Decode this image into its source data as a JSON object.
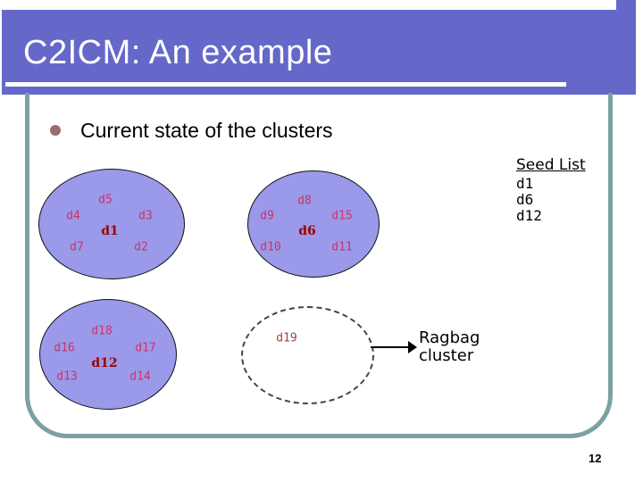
{
  "slide": {
    "title": "C2ICM: An example",
    "bullet_text": "Current state of the clusters",
    "page_number": "12"
  },
  "seed_list": {
    "heading": "Seed List",
    "items": [
      "d1",
      "d6",
      "d12"
    ]
  },
  "clusters": [
    {
      "docs": {
        "top": "d5",
        "left": "d4",
        "right": "d3",
        "center": "d1",
        "bottom_left": "d7",
        "bottom_right": "d2"
      }
    },
    {
      "docs": {
        "top": "d8",
        "left": "d9",
        "right": "d15",
        "center": "d6",
        "bottom_left": "d10",
        "bottom_right": "d11"
      }
    },
    {
      "docs": {
        "top": "d18",
        "left": "d16",
        "right": "d17",
        "center": "d12",
        "bottom_left": "d13",
        "bottom_right": "d14"
      }
    }
  ],
  "ragbag": {
    "doc": "d19",
    "caption": "Ragbag cluster"
  },
  "colors": {
    "header_bar": "#6568c8",
    "title_text": "#ffffff",
    "frame_border": "#7da0a0",
    "cluster_fill": "#9a99ea",
    "cluster_outline": "#111111",
    "doc_label": "#cc3366",
    "seed_doc_label": "#990000",
    "ragbag_doc_label": "#994444",
    "bullet_dot": "#9b6c6c",
    "body_text": "#000000"
  }
}
